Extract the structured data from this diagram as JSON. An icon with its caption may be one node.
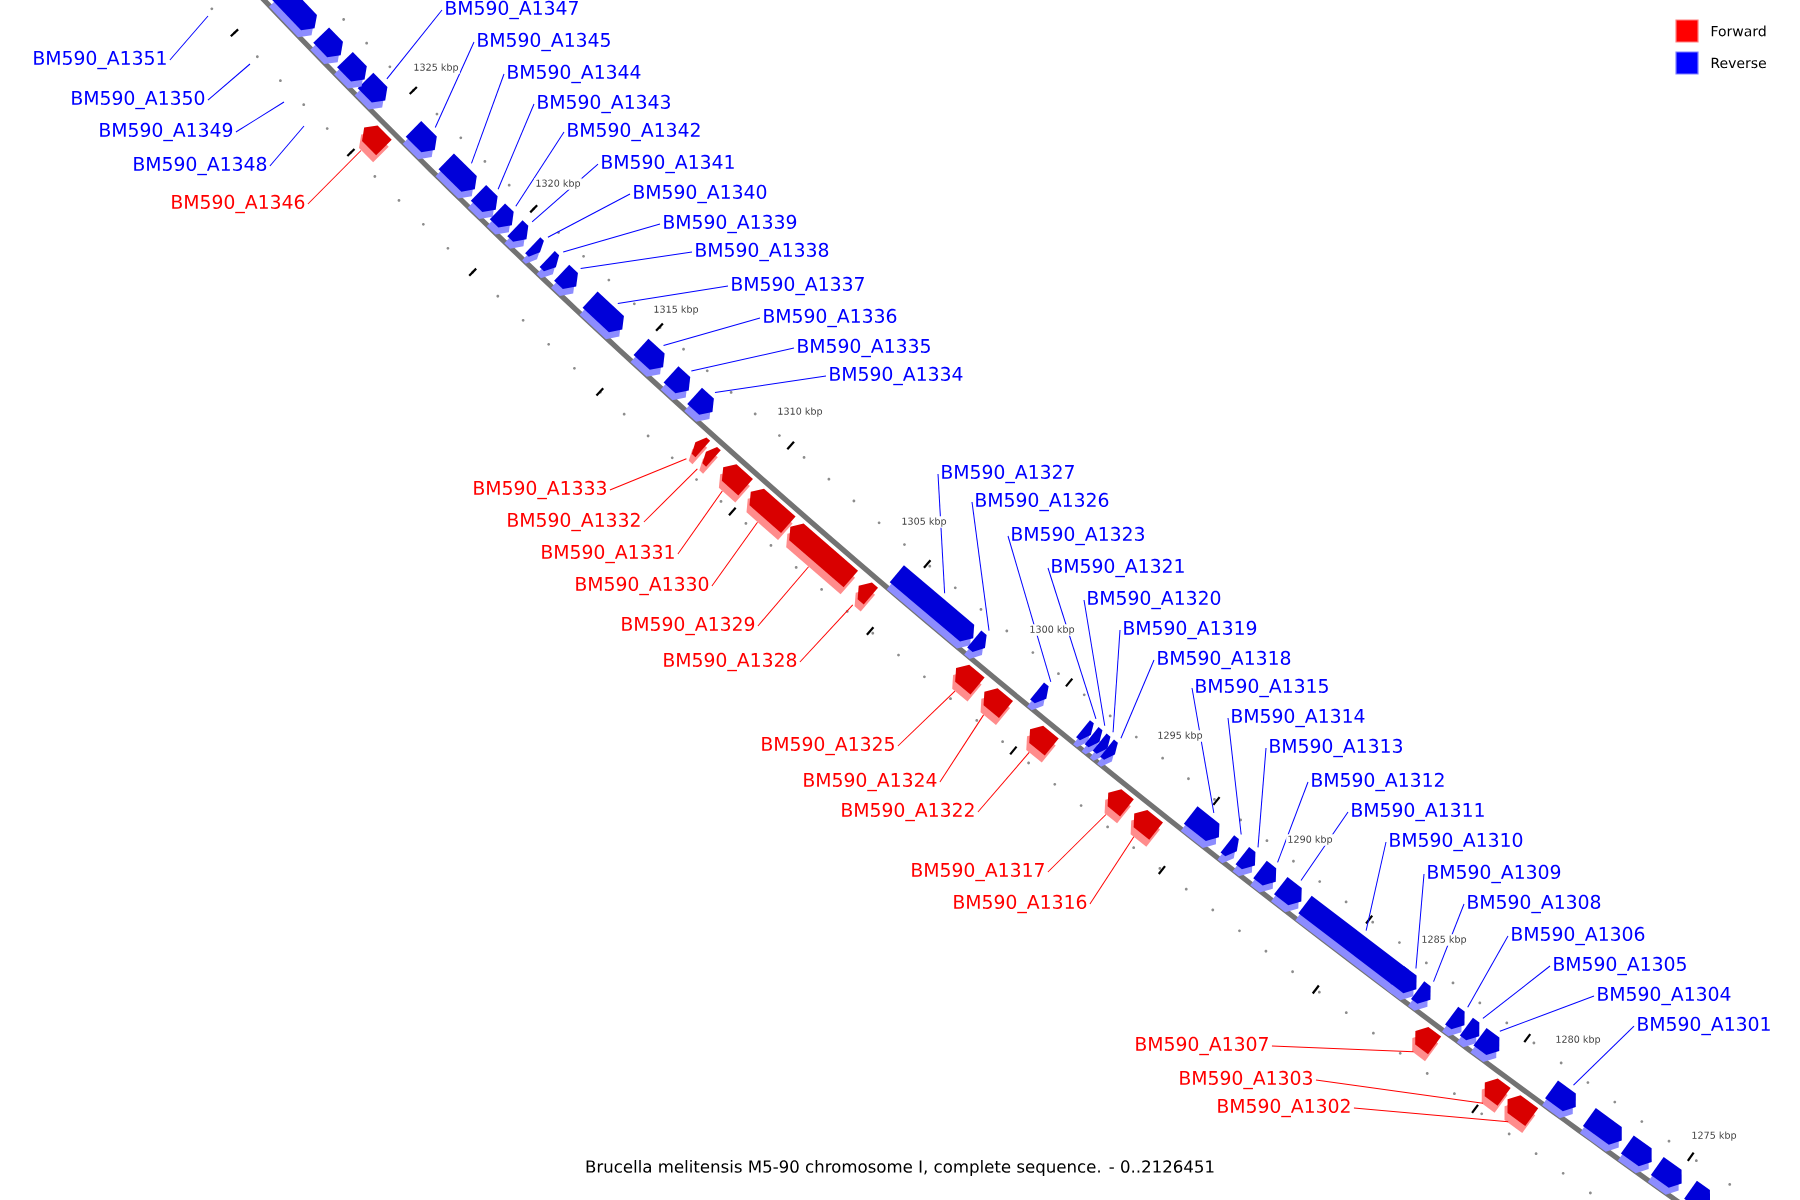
{
  "diagram": {
    "caption": "Brucella melitensis M5-90 chromosome I, complete sequence. - 0..2126451",
    "nodes": [
      {
        "text": [
          "BM590_A1347"
        ]
      },
      {
        "text": [
          "BM590_A1345"
        ]
      },
      {
        "text": [
          "BM590_A1351"
        ]
      },
      {
        "text": [
          "BM590_A1344"
        ]
      },
      {
        "text": [
          "BM590_A1350"
        ]
      },
      {
        "text": [
          "BM590_A1343"
        ]
      },
      {
        "text": [
          "BM590_A1349"
        ]
      },
      {
        "text": [
          "BM590_A1342"
        ]
      },
      {
        "text": [
          "BM590_A1341"
        ]
      },
      {
        "text": [
          "BM590_A1348"
        ]
      },
      {
        "text": [
          "BM590_A1340"
        ]
      },
      {
        "text": [
          "BM590_A1346"
        ]
      },
      {
        "text": [
          "BM590_A1339"
        ]
      },
      {
        "text": [
          "BM590_A1338"
        ]
      },
      {
        "text": [
          "BM590_A1337"
        ]
      },
      {
        "text": [
          "BM590_A1336"
        ]
      },
      {
        "text": [
          "BM590_A1335"
        ]
      },
      {
        "text": [
          "BM590_A1334"
        ]
      },
      {
        "text": [
          "BM590_A1327"
        ]
      },
      {
        "text": [
          "BM590_A1333"
        ]
      },
      {
        "text": [
          "BM590_A1326"
        ]
      },
      {
        "text": [
          "BM590_A1332"
        ]
      },
      {
        "text": [
          "BM590_A1323"
        ]
      },
      {
        "text": [
          "BM590_A1331"
        ]
      },
      {
        "text": [
          "BM590_A1321"
        ]
      },
      {
        "text": [
          "BM590_A1330"
        ]
      },
      {
        "text": [
          "BM590_A1320"
        ]
      },
      {
        "text": [
          "BM590_A1329"
        ]
      },
      {
        "text": [
          "BM590_A1319"
        ]
      },
      {
        "text": [
          "BM590_A1318"
        ]
      },
      {
        "text": [
          "BM590_A1328"
        ]
      },
      {
        "text": [
          "BM590_A1315"
        ]
      },
      {
        "text": [
          "BM590_A1314"
        ]
      },
      {
        "text": [
          "BM590_A1325"
        ]
      },
      {
        "text": [
          "BM590_A1313"
        ]
      },
      {
        "text": [
          "BM590_A1324"
        ]
      },
      {
        "text": [
          "BM590_A1312"
        ]
      },
      {
        "text": [
          "BM590_A1322"
        ]
      },
      {
        "text": [
          "BM590_A1311"
        ]
      },
      {
        "text": [
          "BM590_A1310"
        ]
      },
      {
        "text": [
          "BM590_A1317"
        ]
      },
      {
        "text": [
          "BM590_A1309"
        ]
      },
      {
        "text": [
          "BM590_A1316"
        ]
      },
      {
        "text": [
          "BM590_A1308"
        ]
      },
      {
        "text": [
          "BM590_A1306"
        ]
      },
      {
        "text": [
          "BM590_A1305"
        ]
      },
      {
        "text": [
          "BM590_A1304"
        ]
      },
      {
        "text": [
          "BM590_A1301"
        ]
      },
      {
        "text": [
          "BM590_A1307"
        ]
      },
      {
        "text": [
          "BM590_A1303"
        ]
      },
      {
        "text": [
          "BM590_A1302"
        ]
      },
      {
        "text": [],
        "shape": "arrow"
      },
      {
        "text": [],
        "shape": "arrow"
      },
      {
        "text": [],
        "shape": "arrow"
      },
      {
        "text": [],
        "shape": "arrow"
      },
      {
        "text": [],
        "shape": "arrow"
      },
      {
        "text": [],
        "shape": "arrow"
      },
      {
        "text": [],
        "shape": "arrow"
      },
      {
        "text": [],
        "shape": "arrow"
      },
      {
        "text": [],
        "shape": "arrow"
      },
      {
        "text": [],
        "shape": "arrow"
      },
      {
        "text": [],
        "shape": "arrow"
      },
      {
        "text": [],
        "shape": "arrow"
      },
      {
        "text": [],
        "shape": "arrow"
      },
      {
        "text": [],
        "shape": "arrow"
      },
      {
        "text": [],
        "shape": "arrow"
      },
      {
        "text": [],
        "shape": "arrow"
      },
      {
        "text": [],
        "shape": "arrow"
      },
      {
        "text": [],
        "shape": "arrow"
      },
      {
        "text": [],
        "shape": "arrow"
      },
      {
        "text": [],
        "shape": "arrow"
      },
      {
        "text": [],
        "shape": "arrow"
      },
      {
        "text": [],
        "shape": "arrow"
      },
      {
        "text": [],
        "shape": "arrow"
      },
      {
        "text": [],
        "shape": "arrow"
      },
      {
        "text": [],
        "shape": "arrow"
      },
      {
        "text": [],
        "shape": "arrow"
      },
      {
        "text": [],
        "shape": "arrow"
      },
      {
        "text": [],
        "shape": "arrow"
      },
      {
        "text": [],
        "shape": "arrow"
      },
      {
        "text": [],
        "shape": "arrow"
      },
      {
        "text": [],
        "shape": "arrow"
      },
      {
        "text": [],
        "shape": "arrow"
      },
      {
        "text": [],
        "shape": "arrow"
      },
      {
        "text": [],
        "shape": "arrow"
      },
      {
        "text": [],
        "shape": "arrow"
      },
      {
        "text": [],
        "shape": "arrow"
      },
      {
        "text": [],
        "shape": "arrow"
      },
      {
        "text": [],
        "shape": "arrow"
      },
      {
        "text": [],
        "shape": "arrow"
      },
      {
        "text": [],
        "shape": "arrow"
      },
      {
        "text": [],
        "shape": "arrow"
      },
      {
        "text": [],
        "shape": "arrow"
      },
      {
        "text": [],
        "shape": "arrow"
      },
      {
        "text": [],
        "shape": "arrow"
      },
      {
        "text": [],
        "shape": "arrow"
      },
      {
        "text": [],
        "shape": "arrow"
      },
      {
        "text": [],
        "shape": "arrow"
      },
      {
        "text": [],
        "shape": "arrow"
      },
      {
        "text": [],
        "shape": "arrow"
      },
      {
        "text": [],
        "shape": "arrow"
      },
      {
        "text": [],
        "shape": "arrow"
      },
      {
        "text": [],
        "shape": "arrow"
      },
      {
        "text": [],
        "shape": "arrow"
      },
      {
        "text": [],
        "shape": "arrow"
      }
    ],
    "edges": [
      {
        "from": 0,
        "to": 51,
        "arrow": "none"
      },
      {
        "from": 1,
        "to": 53,
        "arrow": "none"
      },
      {
        "from": 2,
        "to": null,
        "arrow": "none"
      },
      {
        "from": 3,
        "to": 54,
        "arrow": "none"
      },
      {
        "from": 4,
        "to": null,
        "arrow": "none"
      },
      {
        "from": 5,
        "to": 55,
        "arrow": "none"
      },
      {
        "from": 6,
        "to": null,
        "arrow": "none"
      },
      {
        "from": 7,
        "to": 56,
        "arrow": "none"
      },
      {
        "from": 8,
        "to": 57,
        "arrow": "none"
      },
      {
        "from": 9,
        "to": null,
        "arrow": "none"
      },
      {
        "from": 10,
        "to": 58,
        "arrow": "none"
      },
      {
        "from": 11,
        "to": 52,
        "arrow": "none",
        "color": "#ff0000"
      },
      {
        "from": 12,
        "to": 59,
        "arrow": "none"
      },
      {
        "from": 13,
        "to": 60,
        "arrow": "none"
      },
      {
        "from": 14,
        "to": 61,
        "arrow": "none"
      },
      {
        "from": 15,
        "to": 62,
        "arrow": "none"
      },
      {
        "from": 16,
        "to": 63,
        "arrow": "none"
      },
      {
        "from": 17,
        "to": 64,
        "arrow": "none"
      },
      {
        "from": 18,
        "to": 71,
        "arrow": "none"
      },
      {
        "from": 19,
        "to": 65,
        "arrow": "none",
        "color": "#ff0000"
      },
      {
        "from": 20,
        "to": 72,
        "arrow": "none"
      },
      {
        "from": 21,
        "to": 66,
        "arrow": "none",
        "color": "#ff0000"
      },
      {
        "from": 22,
        "to": 75,
        "arrow": "none"
      },
      {
        "from": 23,
        "to": 67,
        "arrow": "none",
        "color": "#ff0000"
      },
      {
        "from": 24,
        "to": 77,
        "arrow": "none"
      },
      {
        "from": 25,
        "to": 68,
        "arrow": "none",
        "color": "#ff0000"
      },
      {
        "from": 26,
        "to": 78,
        "arrow": "none"
      },
      {
        "from": 27,
        "to": 69,
        "arrow": "none",
        "color": "#ff0000"
      },
      {
        "from": 28,
        "to": 79,
        "arrow": "none"
      },
      {
        "from": 29,
        "to": 80,
        "arrow": "none"
      },
      {
        "from": 30,
        "to": 70,
        "arrow": "none",
        "color": "#ff0000"
      },
      {
        "from": 31,
        "to": 83,
        "arrow": "none"
      },
      {
        "from": 32,
        "to": 84,
        "arrow": "none"
      },
      {
        "from": 33,
        "to": 73,
        "arrow": "none",
        "color": "#ff0000"
      },
      {
        "from": 34,
        "to": 85,
        "arrow": "none"
      },
      {
        "from": 35,
        "to": 74,
        "arrow": "none",
        "color": "#ff0000"
      },
      {
        "from": 36,
        "to": 86,
        "arrow": "none"
      },
      {
        "from": 37,
        "to": 76,
        "arrow": "none",
        "color": "#ff0000"
      },
      {
        "from": 38,
        "to": 87,
        "arrow": "none"
      },
      {
        "from": 39,
        "to": 88,
        "arrow": "none"
      },
      {
        "from": 40,
        "to": 81,
        "arrow": "none",
        "color": "#ff0000"
      },
      {
        "from": 41,
        "to": 89,
        "arrow": "none"
      },
      {
        "from": 42,
        "to": 82,
        "arrow": "none",
        "color": "#ff0000"
      },
      {
        "from": 43,
        "to": 90,
        "arrow": "none"
      },
      {
        "from": 44,
        "to": 92,
        "arrow": "none"
      },
      {
        "from": 45,
        "to": 93,
        "arrow": "none"
      },
      {
        "from": 46,
        "to": 94,
        "arrow": "none"
      },
      {
        "from": 47,
        "to": 97,
        "arrow": "none"
      },
      {
        "from": 48,
        "to": 91,
        "arrow": "none",
        "color": "#ff0000"
      },
      {
        "from": 49,
        "to": 95,
        "arrow": "none",
        "color": "#ff0000"
      },
      {
        "from": 50,
        "to": 96,
        "arrow": "none",
        "color": "#ff0000"
      }
    ],
    "labels": [
      "1325 kbp",
      "1320 kbp",
      "1315 kbp",
      "1310 kbp",
      "1305 kbp",
      "1300 kbp",
      "1295 kbp",
      "1290 kbp",
      "1285 kbp",
      "1280 kbp",
      "1275 kbp"
    ],
    "legend": [
      {
        "text": "Forward",
        "color": "#ff0000"
      },
      {
        "text": "Reverse",
        "color": "#0000ff"
      }
    ]
  }
}
